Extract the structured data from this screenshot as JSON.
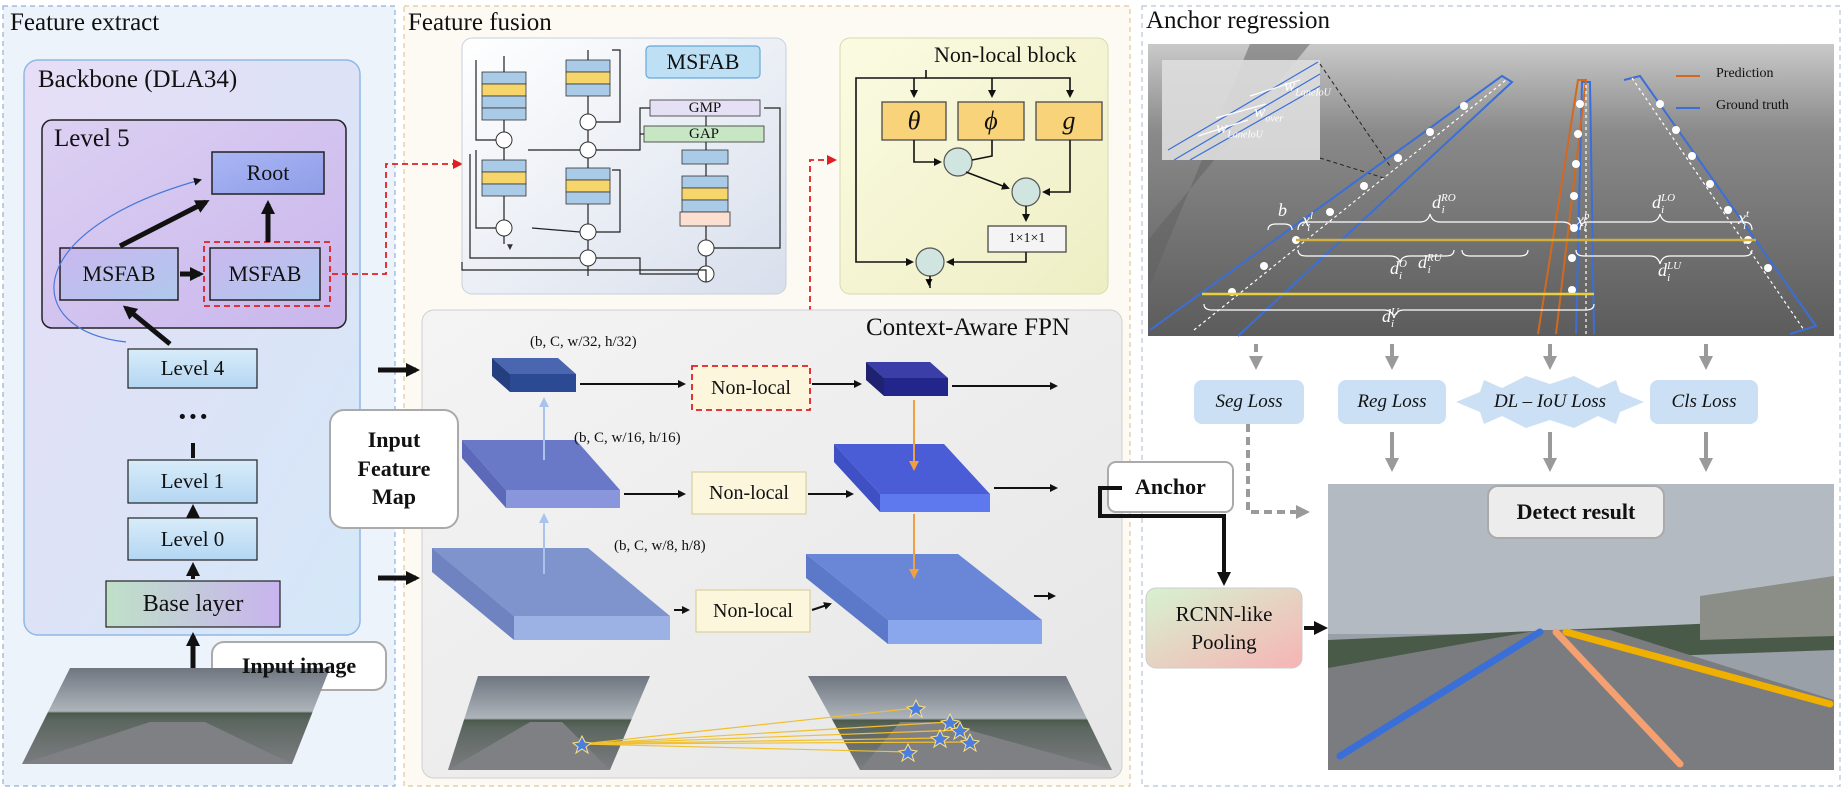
{
  "sections": {
    "feature_extract": "Feature extract",
    "feature_fusion": "Feature fusion",
    "anchor_regression": "Anchor regression"
  },
  "backbone": {
    "title": "Backbone (DLA34)",
    "level5": "Level 5",
    "root": "Root",
    "msfab_left": "MSFAB",
    "msfab_right": "MSFAB",
    "level4": "Level 4",
    "dots": "···",
    "level1": "Level 1",
    "level0": "Level 0",
    "base_layer": "Base layer",
    "input_image": "Input image"
  },
  "msfab_detail": {
    "title": "MSFAB",
    "gmp": "GMP",
    "gap": "GAP"
  },
  "nonlocal_block": {
    "title": "Non-local block",
    "theta": "θ",
    "phi": "ϕ",
    "g": "g",
    "conv": "1×1×1"
  },
  "fpn": {
    "title": "Context-Aware FPN",
    "input_feature_map": "Input Feature Map",
    "dims_32": "(b, C, w/32, h/32)",
    "dims_16": "(b, C, w/16, h/16)",
    "dims_8": "(b, C, w/8, h/8)",
    "nonlocal_top": "Non-local",
    "nonlocal_mid": "Non-local",
    "nonlocal_bot": "Non-local"
  },
  "anchor": {
    "anchor_label": "Anchor",
    "rcnn_pooling": "RCNN-like Pooling",
    "detect_result": "Detect result"
  },
  "losses": {
    "seg": "Seg Loss",
    "reg": "Reg Loss",
    "dl_iou": "DL – IoU Loss",
    "cls": "Cls Loss"
  },
  "regression_panel": {
    "legend_prediction": "Prediction",
    "legend_ground_truth": "Ground truth",
    "prediction_color": "#d2691e",
    "ground_truth_color": "#3a6fd8",
    "w_laneiou_top": "w",
    "w_laneiou_top_sub": "LaneIoU",
    "w_over": "w",
    "w_over_sub": "over",
    "w_laneiou_bot": "w",
    "w_laneiou_bot_sub": "LaneIoU",
    "b": "b",
    "x_l": "x",
    "x_l_sub": "i",
    "x_l_sup": "l",
    "x_p": "x",
    "x_p_sub": "i",
    "x_p_sup": "p",
    "x_t": "x",
    "x_t_sub": "i",
    "x_t_sup": "t",
    "d_ro": "d",
    "d_ro_sub": "i",
    "d_ro_sup": "RO",
    "d_lo": "d",
    "d_lo_sub": "i",
    "d_lo_sup": "LO",
    "d_o": "d",
    "d_o_sub": "i",
    "d_o_sup": "O",
    "d_ru": "d",
    "d_ru_sub": "i",
    "d_ru_sup": "RU",
    "d_lu": "d",
    "d_lu_sub": "i",
    "d_lu_sup": "LU",
    "d_u": "d",
    "d_u_sub": "i",
    "d_u_sup": "U"
  }
}
